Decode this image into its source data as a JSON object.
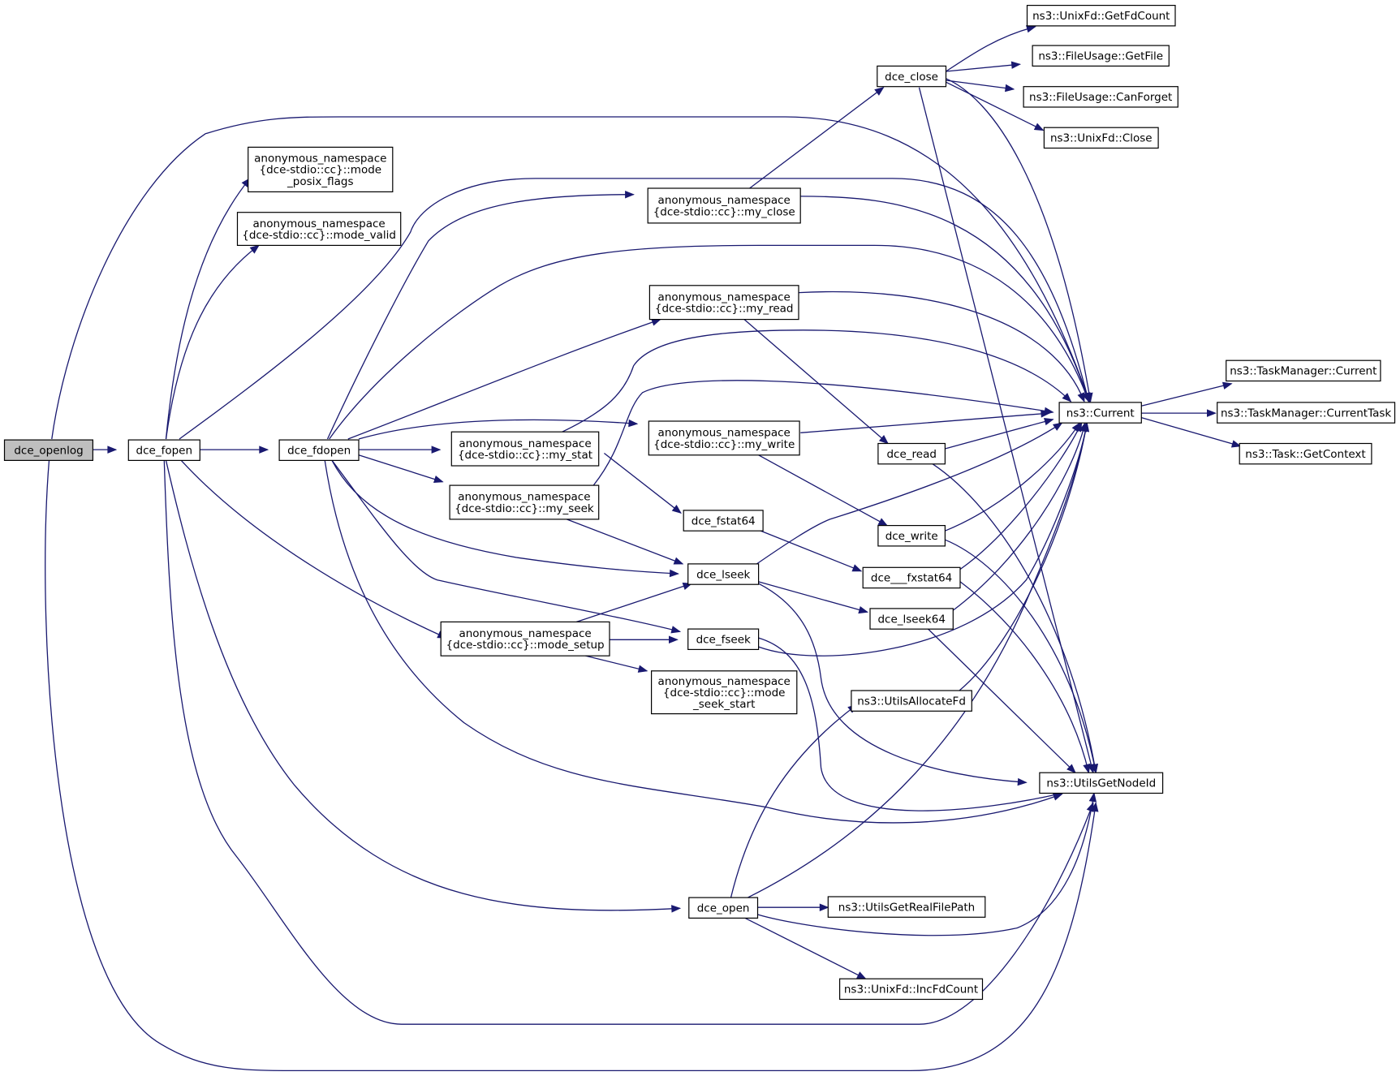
{
  "graph": {
    "nodes": [
      {
        "id": "dce_openlog",
        "lines": [
          "dce_openlog"
        ],
        "root": true
      },
      {
        "id": "dce_fopen",
        "lines": [
          "dce_fopen"
        ]
      },
      {
        "id": "mode_posix_flags",
        "lines": [
          "anonymous_namespace",
          "{dce-stdio::cc}::mode",
          "_posix_flags"
        ]
      },
      {
        "id": "mode_valid",
        "lines": [
          "anonymous_namespace",
          "{dce-stdio::cc}::mode_valid"
        ]
      },
      {
        "id": "dce_fdopen",
        "lines": [
          "dce_fdopen"
        ]
      },
      {
        "id": "my_close",
        "lines": [
          "anonymous_namespace",
          "{dce-stdio::cc}::my_close"
        ]
      },
      {
        "id": "my_read",
        "lines": [
          "anonymous_namespace",
          "{dce-stdio::cc}::my_read"
        ]
      },
      {
        "id": "my_stat",
        "lines": [
          "anonymous_namespace",
          "{dce-stdio::cc}::my_stat"
        ]
      },
      {
        "id": "my_write",
        "lines": [
          "anonymous_namespace",
          "{dce-stdio::cc}::my_write"
        ]
      },
      {
        "id": "my_seek",
        "lines": [
          "anonymous_namespace",
          "{dce-stdio::cc}::my_seek"
        ]
      },
      {
        "id": "mode_setup",
        "lines": [
          "anonymous_namespace",
          "{dce-stdio::cc}::mode_setup"
        ]
      },
      {
        "id": "mode_seek_start",
        "lines": [
          "anonymous_namespace",
          "{dce-stdio::cc}::mode",
          "_seek_start"
        ]
      },
      {
        "id": "dce_close",
        "lines": [
          "dce_close"
        ]
      },
      {
        "id": "dce_read",
        "lines": [
          "dce_read"
        ]
      },
      {
        "id": "dce_fstat64",
        "lines": [
          "dce_fstat64"
        ]
      },
      {
        "id": "dce_write",
        "lines": [
          "dce_write"
        ]
      },
      {
        "id": "dce_lseek",
        "lines": [
          "dce_lseek"
        ]
      },
      {
        "id": "dce___fxstat64",
        "lines": [
          "dce___fxstat64"
        ]
      },
      {
        "id": "dce_lseek64",
        "lines": [
          "dce_lseek64"
        ]
      },
      {
        "id": "dce_fseek",
        "lines": [
          "dce_fseek"
        ]
      },
      {
        "id": "dce_open",
        "lines": [
          "dce_open"
        ]
      },
      {
        "id": "UtilsAllocateFd",
        "lines": [
          "ns3::UtilsAllocateFd"
        ]
      },
      {
        "id": "UtilsGetRealFilePath",
        "lines": [
          "ns3::UtilsGetRealFilePath"
        ]
      },
      {
        "id": "IncFdCount",
        "lines": [
          "ns3::UnixFd::IncFdCount"
        ]
      },
      {
        "id": "GetFdCount",
        "lines": [
          "ns3::UnixFd::GetFdCount"
        ]
      },
      {
        "id": "GetFile",
        "lines": [
          "ns3::FileUsage::GetFile"
        ]
      },
      {
        "id": "CanForget",
        "lines": [
          "ns3::FileUsage::CanForget"
        ]
      },
      {
        "id": "UnixFdClose",
        "lines": [
          "ns3::UnixFd::Close"
        ]
      },
      {
        "id": "ns3Current",
        "lines": [
          "ns3::Current"
        ]
      },
      {
        "id": "UtilsGetNodeId",
        "lines": [
          "ns3::UtilsGetNodeId"
        ]
      },
      {
        "id": "TaskManagerCurrent",
        "lines": [
          "ns3::TaskManager::Current"
        ]
      },
      {
        "id": "TaskManagerCurrentTask",
        "lines": [
          "ns3::TaskManager::CurrentTask"
        ]
      },
      {
        "id": "TaskGetContext",
        "lines": [
          "ns3::Task::GetContext"
        ]
      }
    ],
    "edges": [
      {
        "from": "dce_openlog",
        "to": "dce_fopen"
      },
      {
        "from": "dce_openlog",
        "to": "ns3Current"
      },
      {
        "from": "dce_openlog",
        "to": "UtilsGetNodeId"
      },
      {
        "from": "dce_fopen",
        "to": "mode_posix_flags"
      },
      {
        "from": "dce_fopen",
        "to": "mode_valid"
      },
      {
        "from": "dce_fopen",
        "to": "dce_fdopen"
      },
      {
        "from": "dce_fopen",
        "to": "ns3Current"
      },
      {
        "from": "dce_fopen",
        "to": "mode_setup"
      },
      {
        "from": "dce_fopen",
        "to": "dce_open"
      },
      {
        "from": "dce_fopen",
        "to": "UtilsGetNodeId"
      },
      {
        "from": "dce_fdopen",
        "to": "my_close"
      },
      {
        "from": "dce_fdopen",
        "to": "ns3Current"
      },
      {
        "from": "dce_fdopen",
        "to": "my_read"
      },
      {
        "from": "dce_fdopen",
        "to": "my_write"
      },
      {
        "from": "dce_fdopen",
        "to": "my_stat"
      },
      {
        "from": "dce_fdopen",
        "to": "my_seek"
      },
      {
        "from": "dce_fdopen",
        "to": "dce_lseek"
      },
      {
        "from": "dce_fdopen",
        "to": "dce_fseek"
      },
      {
        "from": "dce_fdopen",
        "to": "UtilsGetNodeId"
      },
      {
        "from": "my_close",
        "to": "dce_close"
      },
      {
        "from": "my_close",
        "to": "ns3Current"
      },
      {
        "from": "my_read",
        "to": "ns3Current"
      },
      {
        "from": "my_read",
        "to": "dce_read"
      },
      {
        "from": "my_stat",
        "to": "ns3Current"
      },
      {
        "from": "my_stat",
        "to": "dce_fstat64"
      },
      {
        "from": "my_write",
        "to": "ns3Current"
      },
      {
        "from": "my_write",
        "to": "dce_write"
      },
      {
        "from": "my_seek",
        "to": "ns3Current"
      },
      {
        "from": "my_seek",
        "to": "dce_lseek"
      },
      {
        "from": "mode_setup",
        "to": "dce_lseek"
      },
      {
        "from": "mode_setup",
        "to": "dce_fseek"
      },
      {
        "from": "mode_setup",
        "to": "mode_seek_start"
      },
      {
        "from": "dce_close",
        "to": "GetFdCount"
      },
      {
        "from": "dce_close",
        "to": "GetFile"
      },
      {
        "from": "dce_close",
        "to": "CanForget"
      },
      {
        "from": "dce_close",
        "to": "UnixFdClose"
      },
      {
        "from": "dce_close",
        "to": "ns3Current"
      },
      {
        "from": "dce_close",
        "to": "UtilsGetNodeId"
      },
      {
        "from": "dce_read",
        "to": "ns3Current"
      },
      {
        "from": "dce_read",
        "to": "UtilsGetNodeId"
      },
      {
        "from": "dce_write",
        "to": "ns3Current"
      },
      {
        "from": "dce_write",
        "to": "UtilsGetNodeId"
      },
      {
        "from": "dce_fstat64",
        "to": "dce___fxstat64"
      },
      {
        "from": "dce_lseek",
        "to": "ns3Current"
      },
      {
        "from": "dce_lseek",
        "to": "dce_lseek64"
      },
      {
        "from": "dce_lseek",
        "to": "UtilsGetNodeId"
      },
      {
        "from": "dce___fxstat64",
        "to": "ns3Current"
      },
      {
        "from": "dce___fxstat64",
        "to": "UtilsGetNodeId"
      },
      {
        "from": "dce_lseek64",
        "to": "ns3Current"
      },
      {
        "from": "dce_lseek64",
        "to": "UtilsGetNodeId"
      },
      {
        "from": "dce_fseek",
        "to": "ns3Current"
      },
      {
        "from": "dce_fseek",
        "to": "UtilsGetNodeId"
      },
      {
        "from": "dce_open",
        "to": "UtilsAllocateFd"
      },
      {
        "from": "dce_open",
        "to": "ns3Current"
      },
      {
        "from": "dce_open",
        "to": "UtilsGetRealFilePath"
      },
      {
        "from": "dce_open",
        "to": "UtilsGetNodeId"
      },
      {
        "from": "dce_open",
        "to": "IncFdCount"
      },
      {
        "from": "UtilsAllocateFd",
        "to": "ns3Current"
      },
      {
        "from": "ns3Current",
        "to": "TaskManagerCurrent"
      },
      {
        "from": "ns3Current",
        "to": "TaskManagerCurrentTask"
      },
      {
        "from": "ns3Current",
        "to": "TaskGetContext"
      }
    ]
  }
}
